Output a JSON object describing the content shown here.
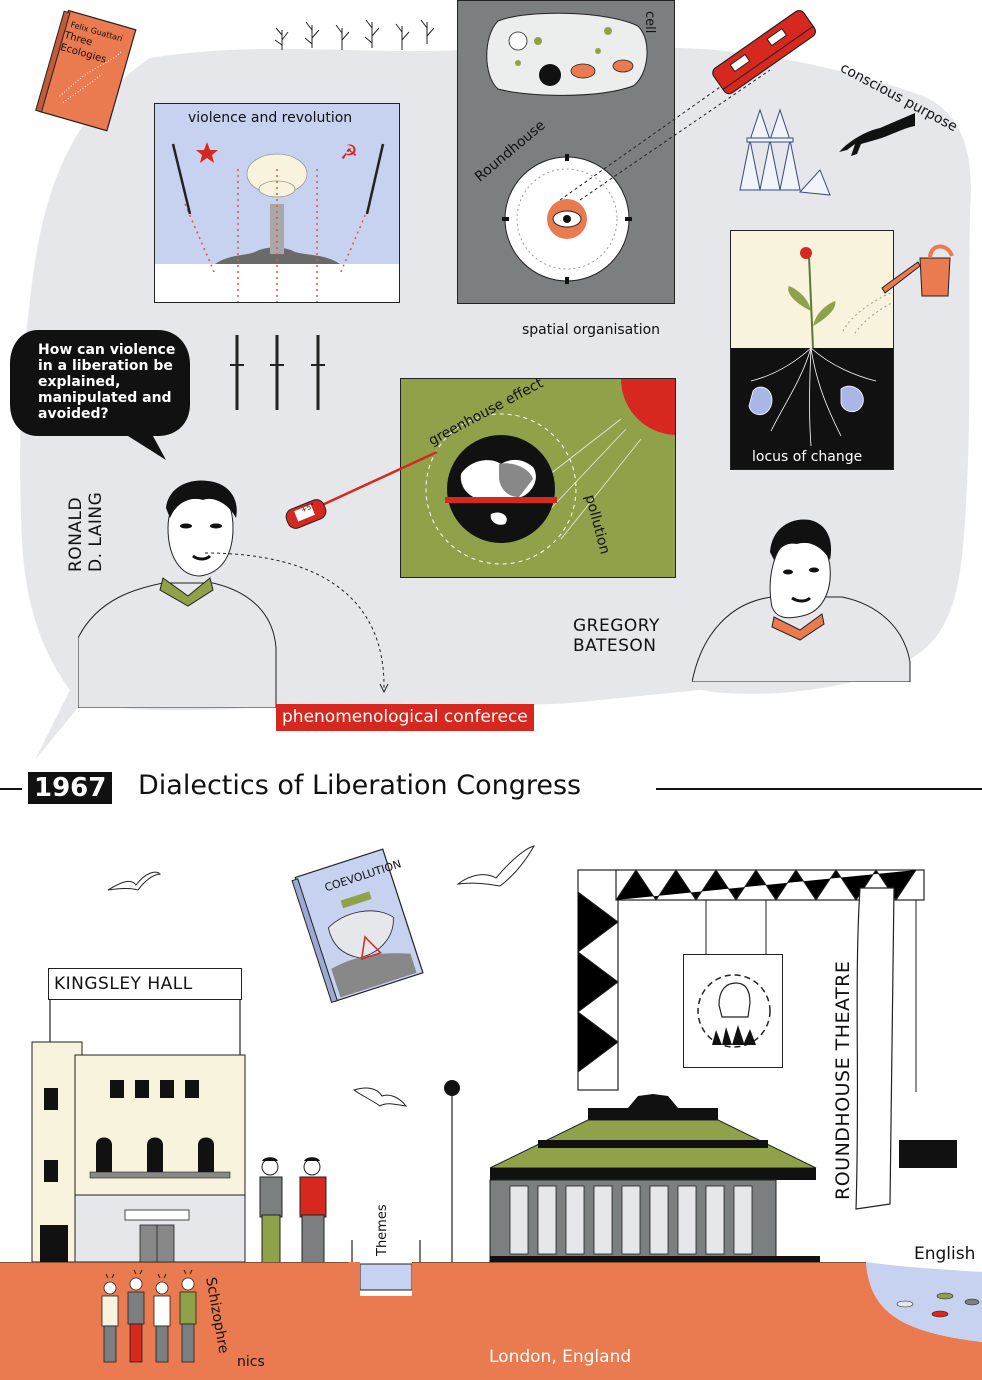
{
  "book_top": {
    "author": "Felix Guattari",
    "title_line1": "Three",
    "title_line2": "Ecologies"
  },
  "panels": {
    "violence": "violence and revolution",
    "cell": "cell",
    "roundhouse": "Roundhouse",
    "spatial": "spatial organisation",
    "greenhouse": "greenhouse effect",
    "pollution": "pollution",
    "locus": "locus of change",
    "conscious": "conscious purpose"
  },
  "thermometer": {
    "reading": "+5°"
  },
  "speech_bubble": {
    "line1": "How can violence",
    "line2": "in a liberation be",
    "line3": "explained,",
    "line4": "manipulated and",
    "line5": "avoided?"
  },
  "people": {
    "laing_line1": "RONALD",
    "laing_line2": "D. LAING",
    "bateson_line1": "GREGORY",
    "bateson_line2": "BATESON"
  },
  "tag_conference": "phenomenological conferece",
  "timeline": {
    "year": "1967",
    "title": "Dialectics of Liberation Congress"
  },
  "book_bottom": {
    "title": "COEVOLUTION"
  },
  "buildings": {
    "kingsley": "KINGSLEY HALL",
    "roundhouse_theatre": "ROUNDHOUSE THEATRE"
  },
  "ground": {
    "themes": "Themes",
    "schizo_part1": "Schizophre",
    "schizo_part2": "nics",
    "english": "English",
    "location": "London, England"
  },
  "colors": {
    "red": "#d7281f",
    "orange": "#ea7a4f",
    "olive": "#8fa24a",
    "grey": "#e6e7ea",
    "darkgrey": "#7b7f80",
    "sky": "#c7d2f0",
    "cream": "#f7f3dc"
  }
}
